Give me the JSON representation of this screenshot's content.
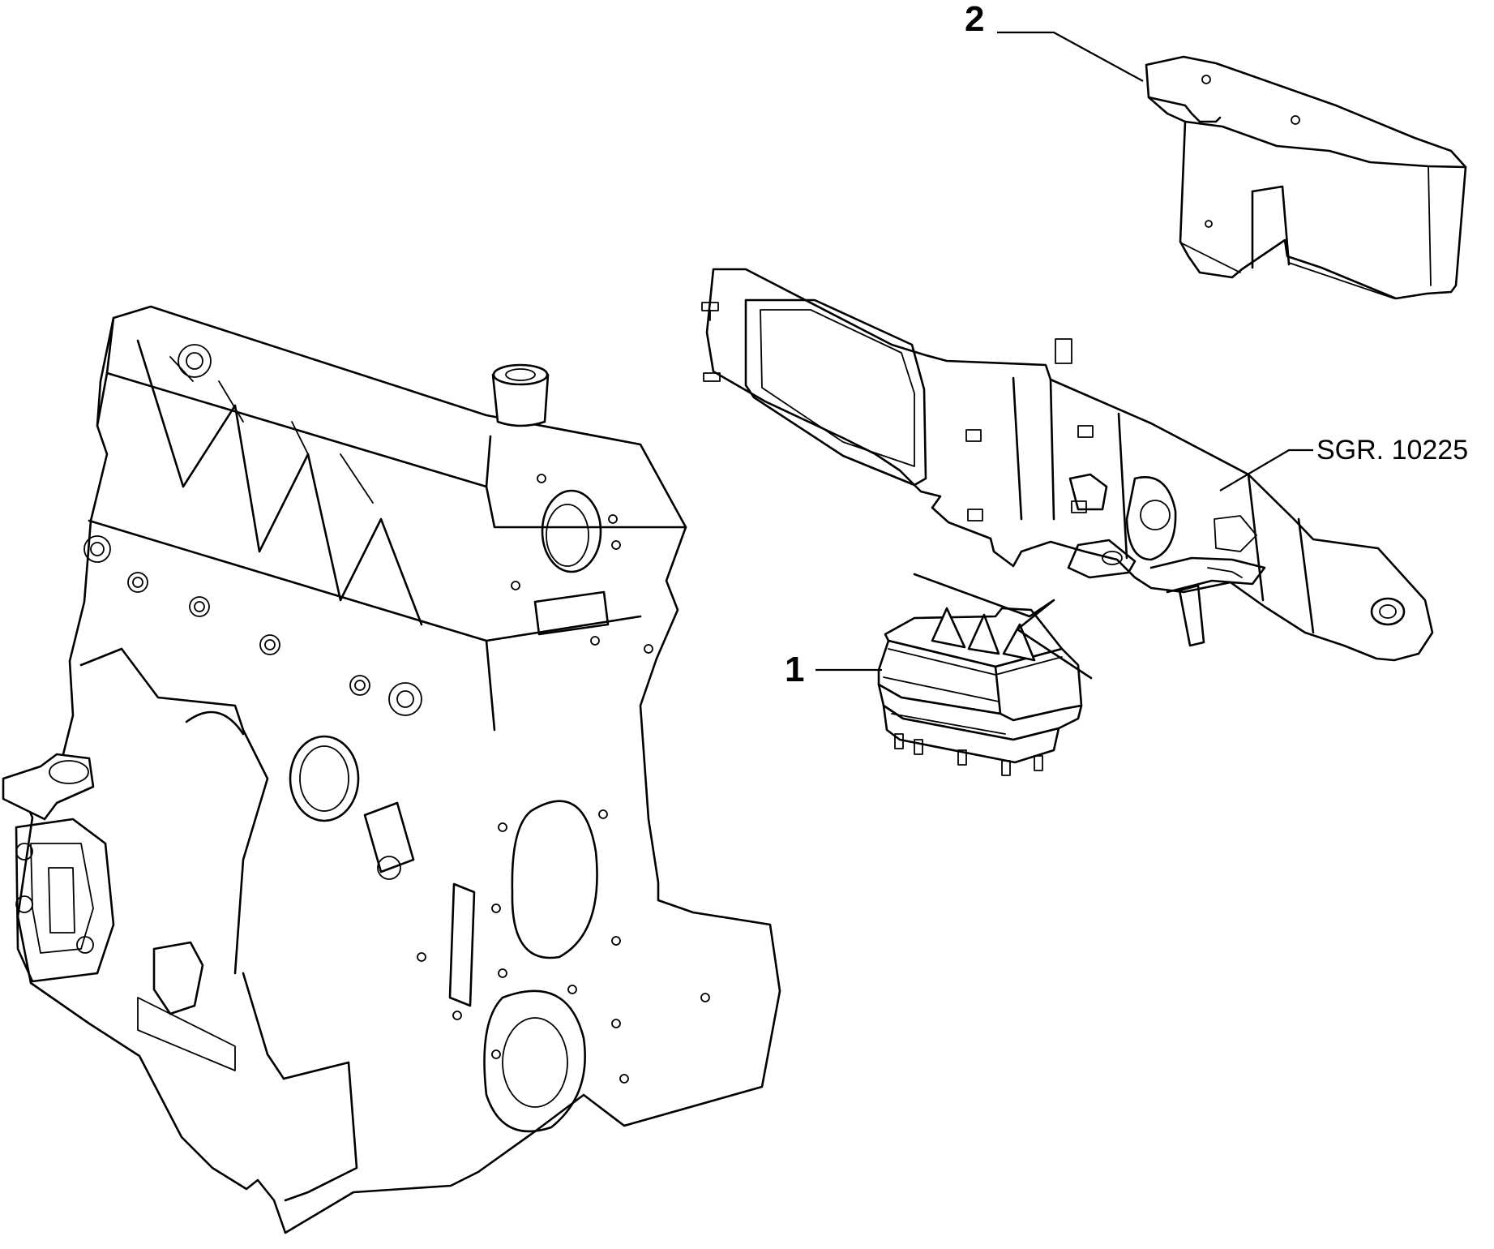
{
  "callouts": {
    "part1": "1",
    "part2": "2"
  },
  "reference": {
    "label": "SGR. 10225"
  }
}
